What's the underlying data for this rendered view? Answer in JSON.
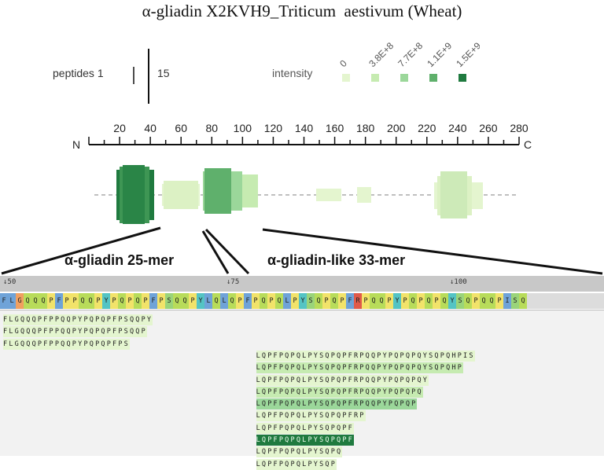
{
  "title": "α-gliadin X2KVH9_Triticum  aestivum (Wheat)",
  "legend": {
    "peptides_label": "peptides 1",
    "peptides_max": "15",
    "intensity_label": "intensity",
    "intensity_ticks": [
      "0",
      "3.8E+8",
      "7.7E+8",
      "1.1E+9",
      "1.5E+9"
    ],
    "intensity_colors": [
      "#e4f5cf",
      "#c6ebb1",
      "#9bd79a",
      "#5fb06c",
      "#1f7a3f"
    ]
  },
  "protein_map": {
    "n_label": "N",
    "c_label": "C",
    "ticks": [
      "20",
      "40",
      "60",
      "80",
      "100",
      "120",
      "140",
      "160",
      "180",
      "200",
      "220",
      "240",
      "260",
      "280"
    ]
  },
  "callouts": {
    "left": "α-gliadin 25-mer",
    "right": "α-gliadin-like 33-mer"
  },
  "positions": [
    "↓50",
    "↓75",
    "↓100"
  ],
  "sequence": {
    "residues": [
      "F",
      "L",
      "G",
      "Q",
      "Q",
      "Q",
      "P",
      "F",
      "P",
      "P",
      "Q",
      "Q",
      "P",
      "Y",
      "P",
      "Q",
      "P",
      "Q",
      "P",
      "F",
      "P",
      "S",
      "Q",
      "Q",
      "P",
      "Y",
      "L",
      "Q",
      "L",
      "Q",
      "P",
      "F",
      "P",
      "Q",
      "P",
      "Q",
      "L",
      "P",
      "Y",
      "S",
      "Q",
      "P",
      "Q",
      "P",
      "F",
      "R",
      "P",
      "Q",
      "Q",
      "P",
      "Y",
      "P",
      "Q",
      "P",
      "Q",
      "P",
      "Q",
      "Y",
      "S",
      "Q",
      "P",
      "Q",
      "Q",
      "P",
      "I",
      "S",
      "Q"
    ],
    "colors": {
      "F": "#6fa3d8",
      "L": "#6fa3d8",
      "I": "#6fa3d8",
      "G": "#f0a060",
      "Q": "#b8dc5a",
      "P": "#f2e36a",
      "Y": "#54c4c4",
      "S": "#9ad47a",
      "R": "#e05a4a",
      "H": "#54c4c4"
    }
  },
  "peptides": [
    {
      "text": "FLGQQQPFPPQQPYPQPQPFPSQQPY",
      "start": 0,
      "level": 0
    },
    {
      "text": "FLGQQQPFPPQQPYPQPQPFPSQQP",
      "start": 0,
      "level": 0
    },
    {
      "text": "FLGQQQPFPPQQPYPQPQPFPS",
      "start": 0,
      "level": 0
    },
    {
      "text": "LQPFPQPQLPYSQPQPFRPQQPYPQPQPQYSQPQHPIS",
      "start": 32,
      "level": 0
    },
    {
      "text": "LQPFPQPQLPYSQPQPFRPQQPYPQPQPQYSQPQHP",
      "start": 32,
      "level": 1
    },
    {
      "text": "LQPFPQPQLPYSQPQPFRPQQPYPQPQPQY",
      "start": 32,
      "level": 0
    },
    {
      "text": "LQPFPQPQLPYSQPQPFRPQQPYPQPQPQ",
      "start": 32,
      "level": 1
    },
    {
      "text": "LQPFPQPQLPYSQPQPFRPQQPYPQPQP",
      "start": 32,
      "level": 2
    },
    {
      "text": "LQPFPQPQLPYSQPQPFRP",
      "start": 32,
      "level": 0
    },
    {
      "text": "LQPFPQPQLPYSQPQPF",
      "start": 32,
      "level": 0
    },
    {
      "text": "LQPFPQPQLPYSQPQPF",
      "start": 32,
      "level": 4
    },
    {
      "text": "LQPFPQPQLPYSQPQ",
      "start": 32,
      "level": 0
    },
    {
      "text": "LQPFPQPQLPYSQP",
      "start": 32,
      "level": 0
    }
  ]
}
